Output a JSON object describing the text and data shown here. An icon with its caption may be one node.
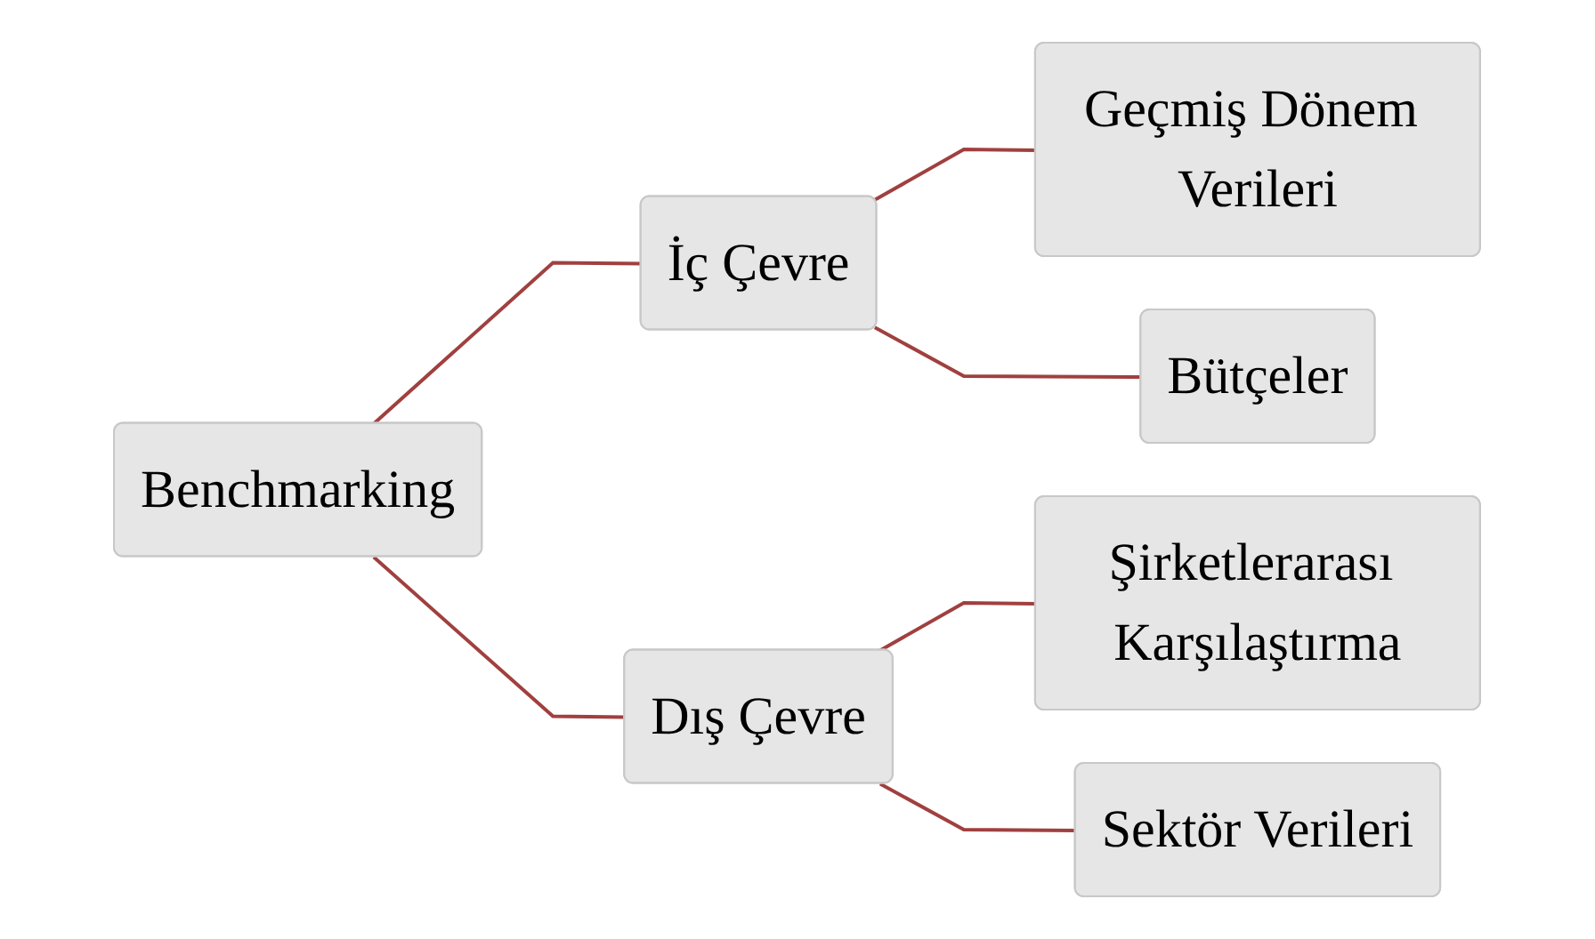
{
  "diagram": {
    "nodes": [
      {
        "text": [
          "Benchmarking"
        ]
      },
      {
        "text": [
          "İç Çevre"
        ]
      },
      {
        "text": [
          "Geçmiş Dönem Verileri"
        ]
      },
      {
        "text": [
          "Bütçeler"
        ]
      },
      {
        "text": [
          "Dış Çevre"
        ]
      },
      {
        "text": [
          "Şirketlerarası Karşılaştırma"
        ]
      },
      {
        "text": [
          "Sektör Verileri"
        ]
      }
    ],
    "edges": [
      {
        "from": 0,
        "to": 1,
        "arrow": "none"
      },
      {
        "from": 1,
        "to": 2,
        "arrow": "none"
      },
      {
        "from": 1,
        "to": 3,
        "arrow": "none"
      },
      {
        "from": 0,
        "to": 4,
        "arrow": "none"
      },
      {
        "from": 4,
        "to": 5,
        "arrow": "none"
      },
      {
        "from": 4,
        "to": 6,
        "arrow": "none"
      }
    ]
  }
}
